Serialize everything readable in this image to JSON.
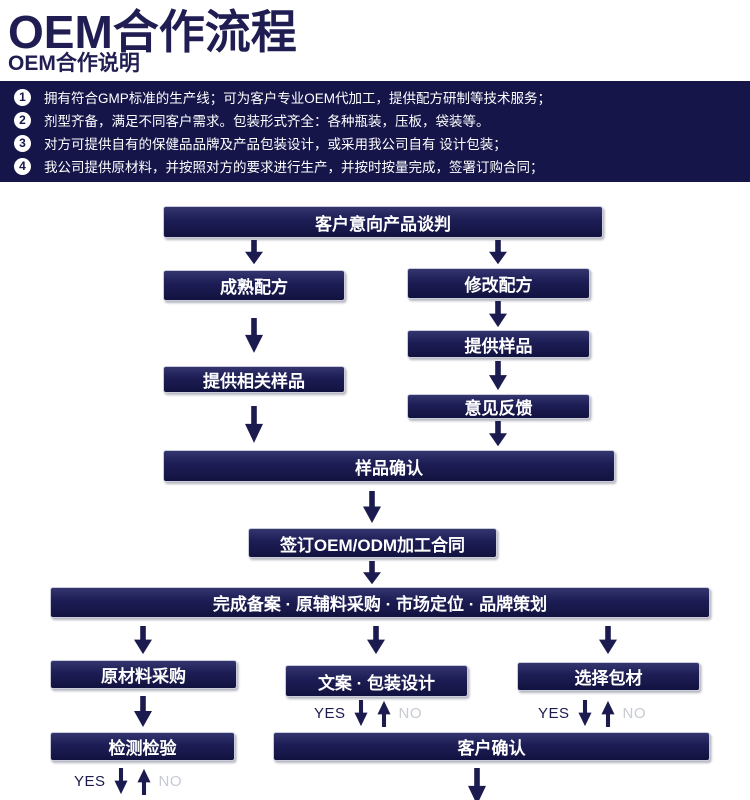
{
  "page": {
    "title": "OEM合作流程",
    "subtitle": "OEM合作说明"
  },
  "intro": {
    "items": [
      {
        "num": "1",
        "text": "拥有符合GMP标准的生产线；可为客户专业OEM代加工，提供配方研制等技术服务；"
      },
      {
        "num": "2",
        "text": "剂型齐备，满足不同客户需求。包装形式齐全：各种瓶装，压板，袋装等。"
      },
      {
        "num": "3",
        "text": "对方可提供自有的保健品品牌及产品包装设计，或采用我公司自有 设计包装；"
      },
      {
        "num": "4",
        "text": "我公司提供原材料，并按照对方的要求进行生产，并按时按量完成，签署订购合同；"
      }
    ]
  },
  "flow": {
    "negotiation": "客户意向产品谈判",
    "mature_formula": "成熟配方",
    "modify_formula": "修改配方",
    "provide_samples": "提供样品",
    "provide_related_samples": "提供相关样品",
    "feedback": "意见反馈",
    "sample_confirm": "样品确认",
    "sign_contract": "签订OEM/ODM加工合同",
    "record_purchase_positioning": "完成备案 · 原辅料采购 · 市场定位 · 品牌策划",
    "raw_material_purchase": "原材料采购",
    "copy_packaging_design": "文案 · 包装设计",
    "select_packaging": "选择包材",
    "test_inspection": "检测检验",
    "customer_confirm": "客户确认",
    "yes_label": "YES",
    "no_label": "NO"
  },
  "colors": {
    "navy": "#1b1b4f",
    "intro_bar_bg": "#15154a",
    "box_top": "#34346f",
    "box_bottom": "#121240",
    "no_gray": "#c6cad3"
  }
}
